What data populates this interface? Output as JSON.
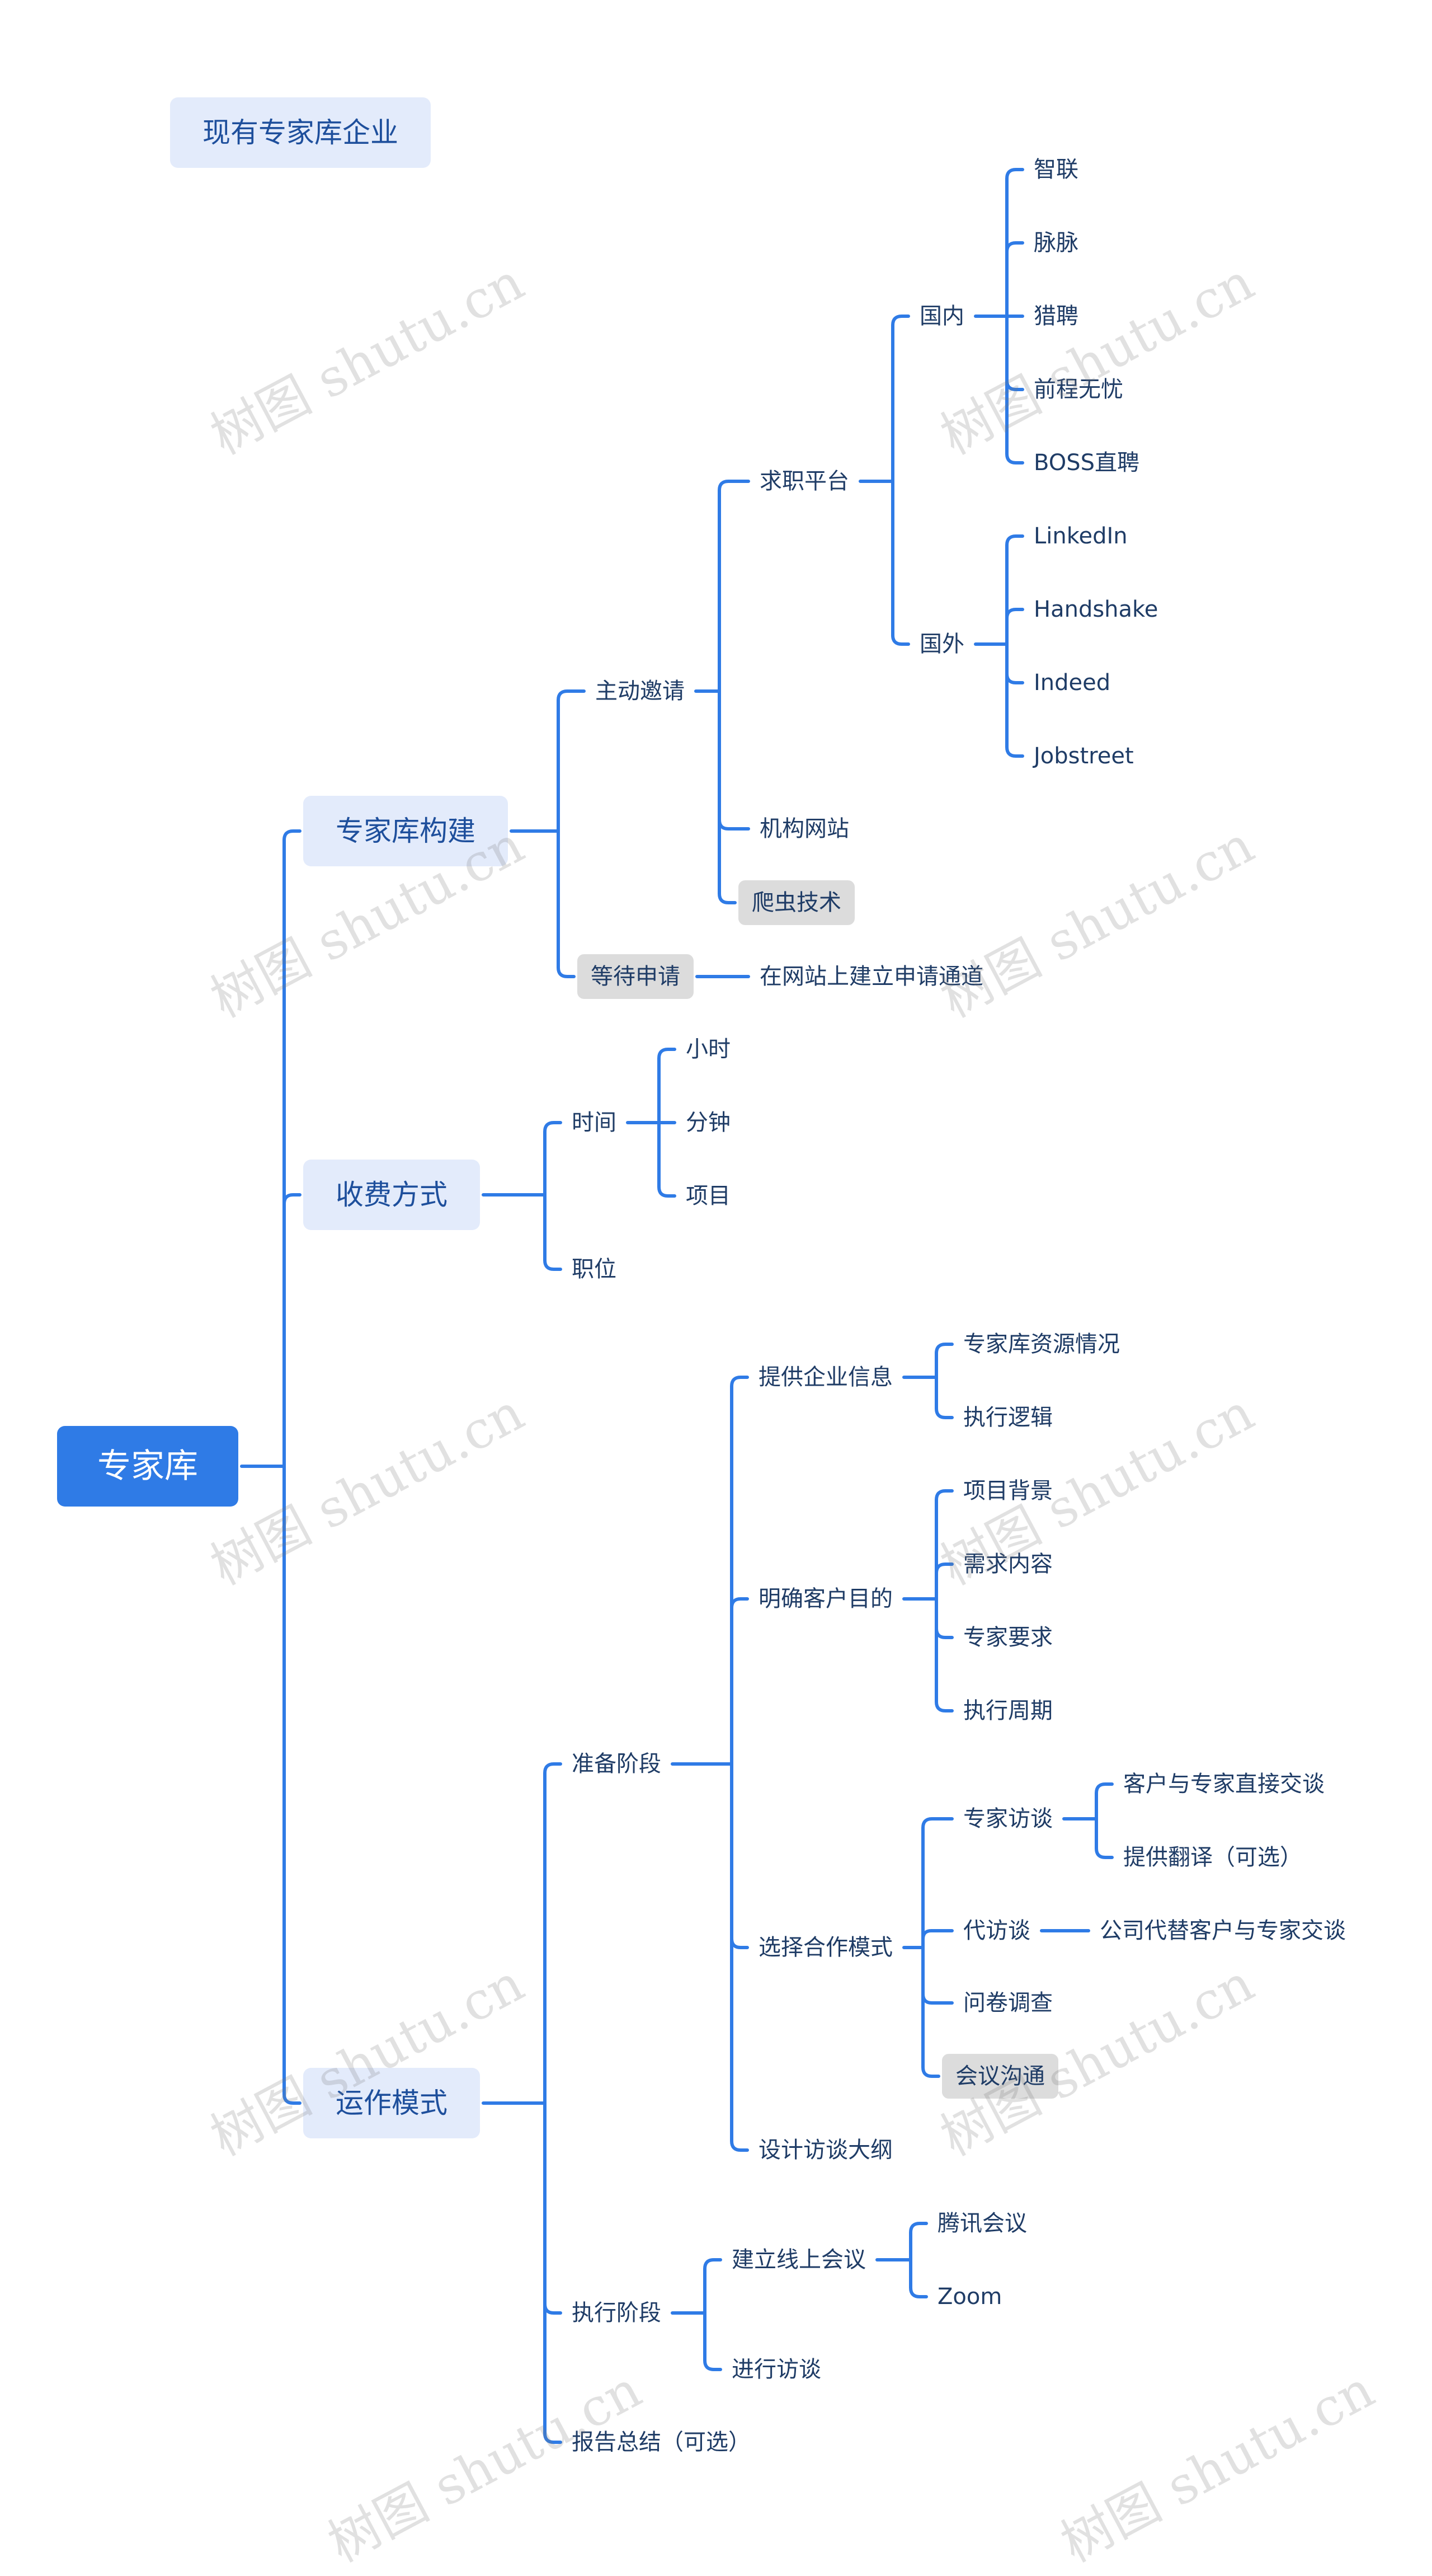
{
  "watermark": "树图 shutu.cn",
  "colors": {
    "line": "#2f7be6",
    "root_bg": "#2f7be6",
    "main_bg": "#e3ebfb",
    "highlight_bg": "#dcdcdc",
    "text": "#1f3c66"
  },
  "header_note": "现有专家库企业",
  "mindmap": {
    "id": "root",
    "label": "专家库",
    "style": "root",
    "children": [
      {
        "id": "build",
        "label": "专家库构建",
        "style": "main",
        "children": [
          {
            "id": "invite",
            "label": "主动邀请",
            "children": [
              {
                "id": "jobsite",
                "label": "求职平台",
                "children": [
                  {
                    "id": "domestic",
                    "label": "国内",
                    "children": [
                      {
                        "id": "zhilian",
                        "label": "智联"
                      },
                      {
                        "id": "maimai",
                        "label": "脉脉"
                      },
                      {
                        "id": "liepin",
                        "label": "猎聘"
                      },
                      {
                        "id": "51job",
                        "label": "前程无忧"
                      },
                      {
                        "id": "boss",
                        "label": "BOSS直聘"
                      }
                    ]
                  },
                  {
                    "id": "overseas",
                    "label": "国外",
                    "children": [
                      {
                        "id": "linkedin",
                        "label": "LinkedIn"
                      },
                      {
                        "id": "handshake",
                        "label": "Handshake"
                      },
                      {
                        "id": "indeed",
                        "label": "Indeed"
                      },
                      {
                        "id": "jobstreet",
                        "label": "Jobstreet"
                      }
                    ]
                  }
                ]
              },
              {
                "id": "orgsite",
                "label": "机构网站"
              },
              {
                "id": "crawler",
                "label": "爬虫技术",
                "style": "hl"
              }
            ]
          },
          {
            "id": "wait",
            "label": "等待申请",
            "style": "hl",
            "children": [
              {
                "id": "channel",
                "label": "在网站上建立申请通道"
              }
            ]
          }
        ]
      },
      {
        "id": "fee",
        "label": "收费方式",
        "style": "main",
        "children": [
          {
            "id": "time",
            "label": "时间",
            "children": [
              {
                "id": "hour",
                "label": "小时"
              },
              {
                "id": "minute",
                "label": "分钟"
              },
              {
                "id": "project",
                "label": "项目"
              }
            ]
          },
          {
            "id": "position",
            "label": "职位"
          }
        ]
      },
      {
        "id": "ops",
        "label": "运作模式",
        "style": "main",
        "children": [
          {
            "id": "prep",
            "label": "准备阶段",
            "children": [
              {
                "id": "info",
                "label": "提供企业信息",
                "children": [
                  {
                    "id": "res",
                    "label": "专家库资源情况"
                  },
                  {
                    "id": "logic",
                    "label": "执行逻辑"
                  }
                ]
              },
              {
                "id": "goal",
                "label": "明确客户目的",
                "children": [
                  {
                    "id": "bg",
                    "label": "项目背景"
                  },
                  {
                    "id": "need",
                    "label": "需求内容"
                  },
                  {
                    "id": "expreq",
                    "label": "专家要求"
                  },
                  {
                    "id": "cycle",
                    "label": "执行周期"
                  }
                ]
              },
              {
                "id": "mode",
                "label": "选择合作模式",
                "children": [
                  {
                    "id": "interview",
                    "label": "专家访谈",
                    "children": [
                      {
                        "id": "direct",
                        "label": "客户与专家直接交谈"
                      },
                      {
                        "id": "translate",
                        "label": "提供翻译（可选）"
                      }
                    ]
                  },
                  {
                    "id": "proxy",
                    "label": "代访谈",
                    "children": [
                      {
                        "id": "proxytalk",
                        "label": "公司代替客户与专家交谈"
                      }
                    ]
                  },
                  {
                    "id": "survey",
                    "label": "问卷调查"
                  },
                  {
                    "id": "meeting",
                    "label": "会议沟通",
                    "style": "hl"
                  }
                ]
              },
              {
                "id": "outline",
                "label": "设计访谈大纲"
              }
            ]
          },
          {
            "id": "exec",
            "label": "执行阶段",
            "children": [
              {
                "id": "online",
                "label": "建立线上会议",
                "children": [
                  {
                    "id": "tencent",
                    "label": "腾讯会议"
                  },
                  {
                    "id": "zoom",
                    "label": "Zoom"
                  }
                ]
              },
              {
                "id": "conduct",
                "label": "进行访谈"
              }
            ]
          },
          {
            "id": "report",
            "label": "报告总结（可选）"
          }
        ]
      }
    ]
  }
}
